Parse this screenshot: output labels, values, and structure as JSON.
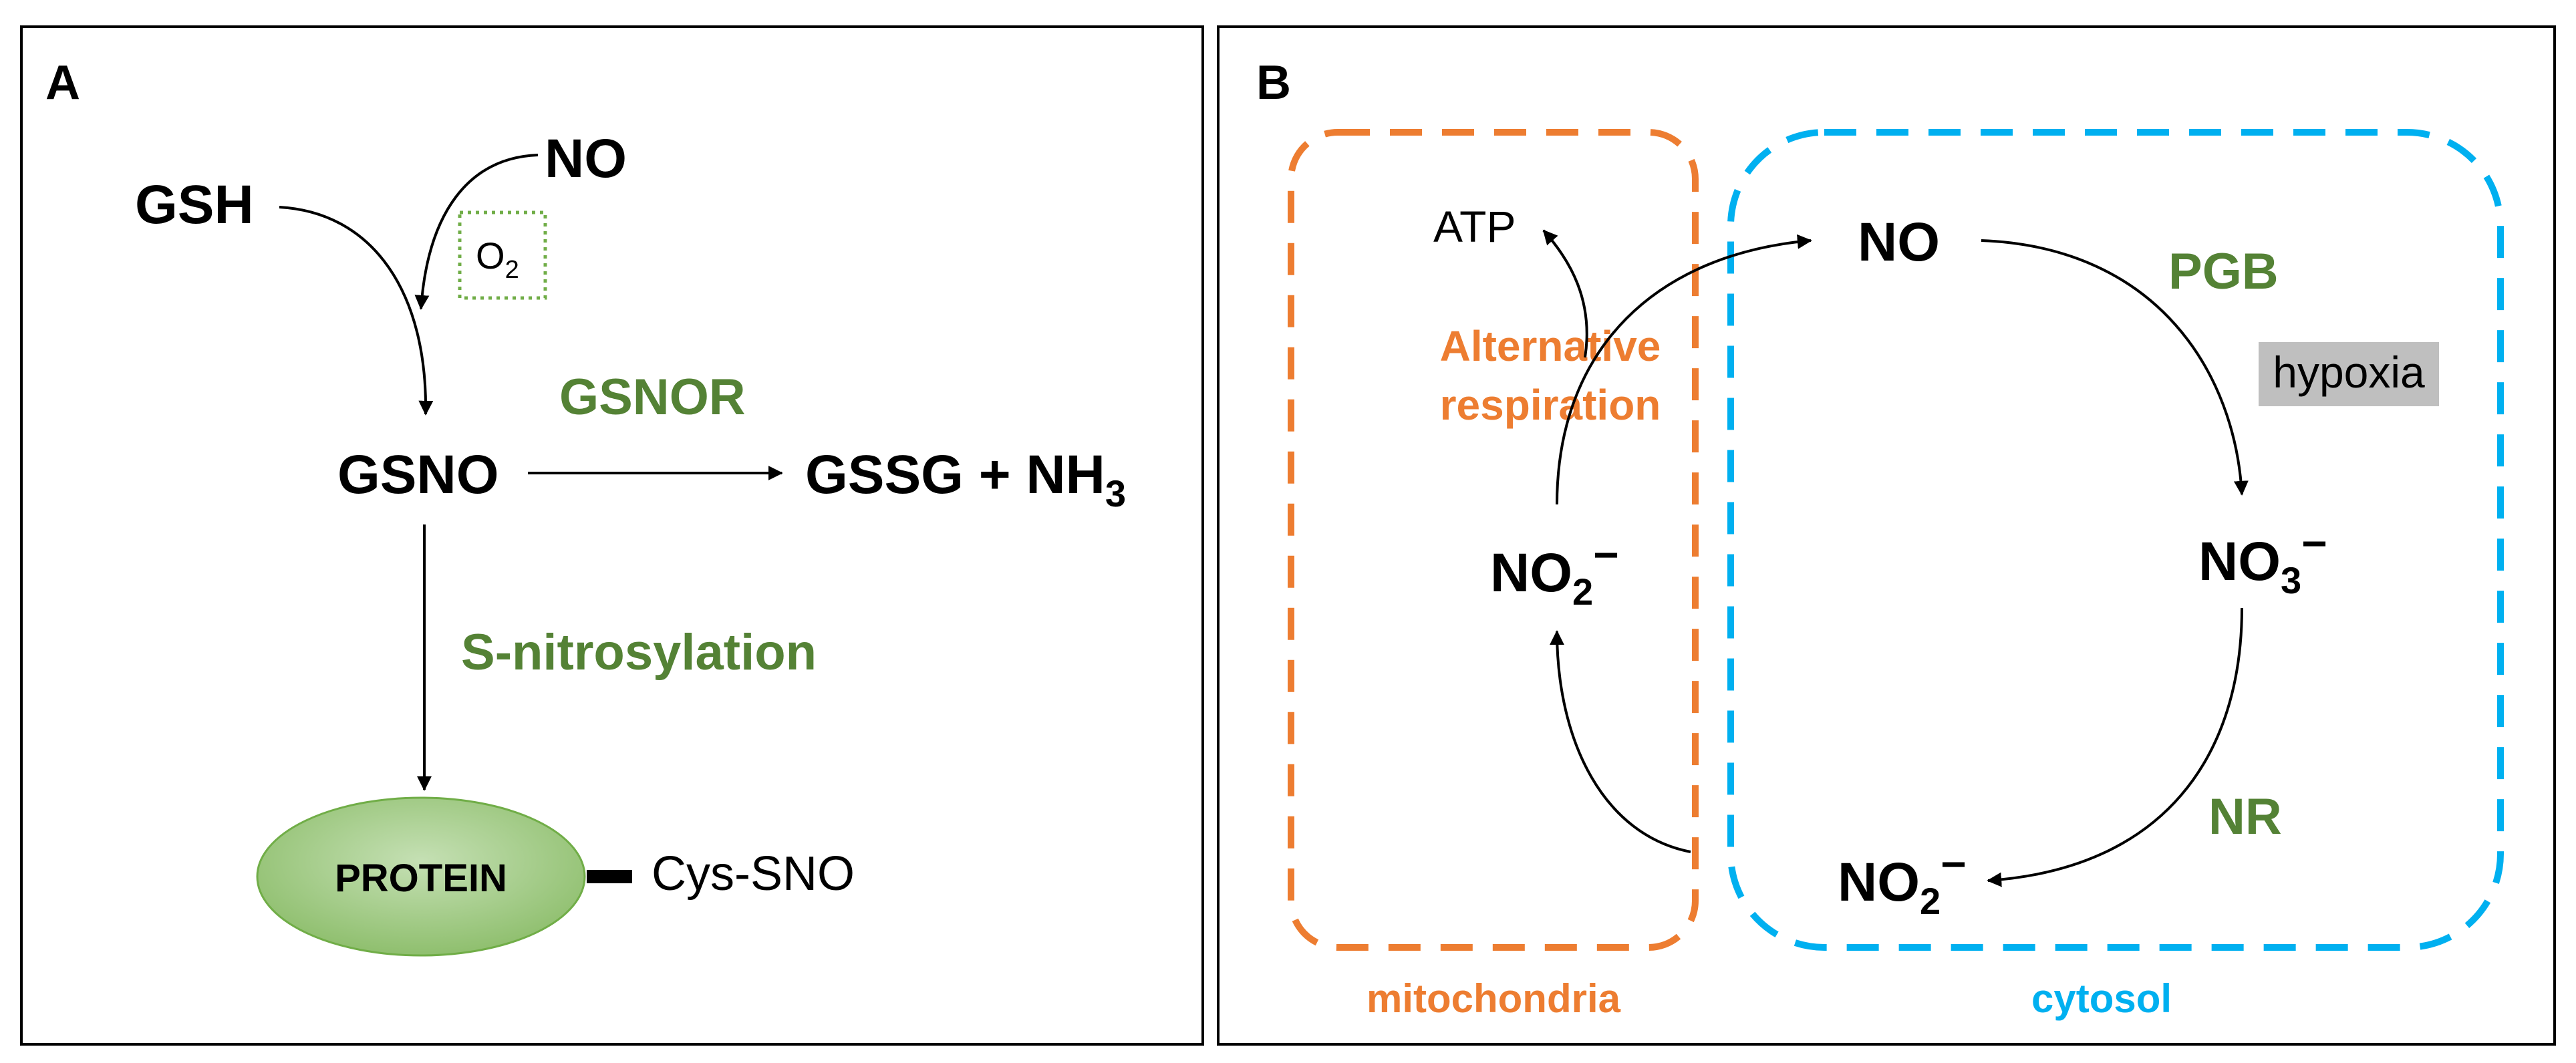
{
  "colors": {
    "green": "#548235",
    "orange": "#ED7D31",
    "blue": "#00B0F0",
    "gray_box": "#BFBFBF",
    "protein_fill": "#A9D18E",
    "o2_border": "#70AD47"
  },
  "panel_a": {
    "label": "A",
    "gsh": "GSH",
    "no": "NO",
    "o2": {
      "base": "O",
      "sub": "2"
    },
    "gsnor": "GSNOR",
    "gsno": "GSNO",
    "gssg": {
      "base": "GSSG + NH",
      "sub": "3"
    },
    "s_nitrosylation": "S-nitrosylation",
    "protein": "PROTEIN",
    "cys_sno": "Cys-SNO"
  },
  "panel_b": {
    "label": "B",
    "atp": "ATP",
    "alt_resp_line1": "Alternative",
    "alt_resp_line2": "respiration",
    "no": "NO",
    "pgb": "PGB",
    "hypoxia": "hypoxia",
    "no3": {
      "base": "NO",
      "sub": "3",
      "sup": "−"
    },
    "nr": "NR",
    "no2_bottom": {
      "base": "NO",
      "sub": "2",
      "sup": "−"
    },
    "no2_left": {
      "base": "NO",
      "sub": "2",
      "sup": "−"
    },
    "mitochondria": "mitochondria",
    "cytosol": "cytosol"
  }
}
